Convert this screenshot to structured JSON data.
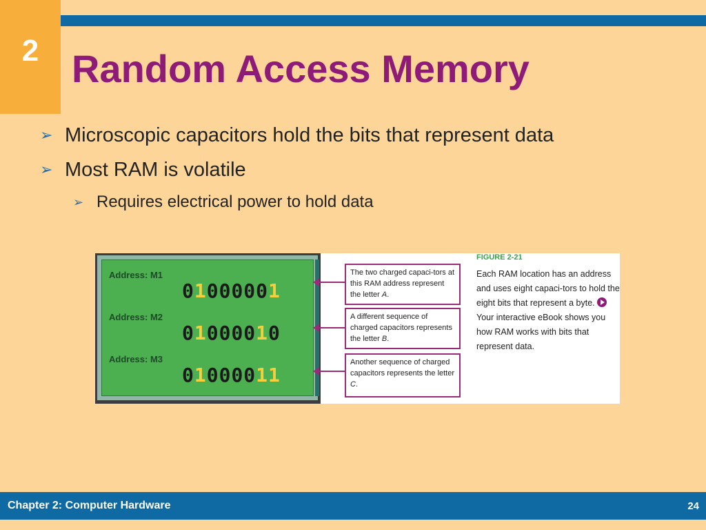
{
  "slide": {
    "chapter_number": "2",
    "title": "Random Access Memory",
    "bullets": [
      "Microscopic capacitors hold the bits that represent data",
      "Most RAM is volatile"
    ],
    "sub_bullets": [
      "Requires electrical power to hold data"
    ]
  },
  "figure": {
    "label": "FIGURE 2-21",
    "caption_before": "Each RAM location has an address and uses eight capaci-tors to hold the eight bits that represent a byte.",
    "caption_after": "Your interactive eBook shows you how RAM works with bits that represent data.",
    "rows": [
      {
        "address": "Address: M1",
        "bits": [
          "0",
          "1",
          "0",
          "0",
          "0",
          "0",
          "0",
          "1"
        ]
      },
      {
        "address": "Address: M2",
        "bits": [
          "0",
          "1",
          "0",
          "0",
          "0",
          "0",
          "1",
          "0"
        ]
      },
      {
        "address": "Address: M3",
        "bits": [
          "0",
          "1",
          "0",
          "0",
          "0",
          "0",
          "1",
          "1"
        ]
      }
    ],
    "callouts": [
      {
        "text": "The two charged capaci-tors at this RAM address represent the letter ",
        "letter": "A",
        "end": "."
      },
      {
        "text": "A different sequence of charged capacitors represents the letter ",
        "letter": "B",
        "end": "."
      },
      {
        "text": "Another sequence of charged capacitors represents the letter ",
        "letter": "C",
        "end": "."
      }
    ]
  },
  "footer": {
    "text": "Chapter 2: Computer Hardware",
    "page_number": "24"
  },
  "colors": {
    "background": "#FDD599",
    "title": "#8E1B78",
    "bar": "#0F6AA3",
    "chapter_box": "#F8AE3A",
    "charged_bit": "#F4D03F"
  }
}
